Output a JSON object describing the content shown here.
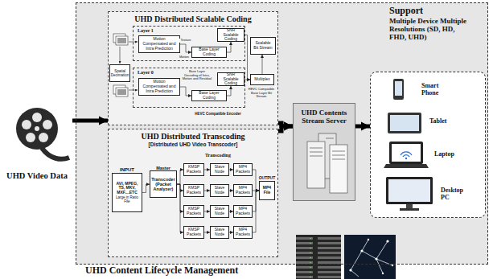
{
  "diagram": {
    "nodes": [
      {
        "text": [
          "UHD Video Data"
        ]
      },
      {
        "text": [
          "UHD Content Lifecycle Management"
        ]
      },
      {
        "text": [
          "UHD Distributed Scalable Coding"
        ],
        "in": 1
      },
      {
        "text": [
          "Layer 1"
        ],
        "in": 2
      },
      {
        "text": [
          "Motion Compensated and Intra Prediction"
        ],
        "in": 3
      },
      {
        "text": [
          "Base Layer Coding"
        ],
        "in": 3
      },
      {
        "text": [
          "SNR Scalable Coding"
        ],
        "in": 3
      },
      {
        "text": [
          "Spatial Decimation"
        ],
        "in": 2
      },
      {
        "text": [
          "Layer 0"
        ],
        "in": 2
      },
      {
        "text": [
          "Motion Compensated and Intra Prediction"
        ],
        "in": 8
      },
      {
        "text": [
          "Base Layer Coding"
        ],
        "in": 8
      },
      {
        "text": [
          "SNR Scalable Coding"
        ],
        "in": 8
      },
      {
        "text": [
          "Scalable Bit Stream"
        ],
        "in": 2
      },
      {
        "text": [
          "Multiplex"
        ],
        "in": 2
      },
      {
        "text": [
          "UHD Distributed Transcoding",
          "[Distributed UHD Video Transcoder]"
        ],
        "in": 1
      },
      {
        "text": [
          "INPUT",
          "AVI, MPEG, TS, MKV, MXF....ETC",
          "Large in Ratio File"
        ],
        "in": 14
      },
      {
        "text": [
          "Master",
          "Transcoder (Packet Analyzer)"
        ],
        "in": 14
      },
      {
        "text": [
          "KMSP Packets"
        ],
        "in": 14
      },
      {
        "text": [
          "Slave Node"
        ],
        "in": 14
      },
      {
        "text": [
          "MP4 Packets"
        ],
        "in": 14
      },
      {
        "text": [
          "KMSP Packets"
        ],
        "in": 14
      },
      {
        "text": [
          "Slave Node"
        ],
        "in": 14
      },
      {
        "text": [
          "MP4 Packets"
        ],
        "in": 14
      },
      {
        "text": [
          "KMSP Packets"
        ],
        "in": 14
      },
      {
        "text": [
          "Slave Node"
        ],
        "in": 14
      },
      {
        "text": [
          "MP4 Packets"
        ],
        "in": 14
      },
      {
        "text": [
          "KMSP Packets"
        ],
        "in": 14
      },
      {
        "text": [
          "Slave Node"
        ],
        "in": 14
      },
      {
        "text": [
          "MP4 Packets"
        ],
        "in": 14
      },
      {
        "text": [
          "OUTPUT",
          "MP4 File"
        ],
        "in": 14
      },
      {
        "text": [
          "UHD Contents Stream Server"
        ],
        "in": 1
      },
      {
        "text": [
          "Support",
          "Multiple Device Multiple Resolutions (SD, HD, FHD, UHD)"
        ],
        "in": 1
      },
      {
        "text": [
          "Smart Phone"
        ],
        "in": 31
      },
      {
        "text": [
          "Tablet"
        ],
        "in": 31
      },
      {
        "text": [
          "Laptop"
        ],
        "in": 31
      },
      {
        "text": [
          "Desktop PC"
        ],
        "in": 31
      }
    ],
    "edges": [
      {
        "from": 0,
        "to": 2,
        "arrow": "to"
      },
      {
        "from": 4,
        "to": 5,
        "arrow": "to"
      },
      {
        "from": 5,
        "to": 6,
        "arrow": "to"
      },
      {
        "from": 6,
        "to": 13,
        "arrow": "to"
      },
      {
        "from": 9,
        "to": 10,
        "arrow": "to"
      },
      {
        "from": 10,
        "to": 11,
        "arrow": "to"
      },
      {
        "from": 11,
        "to": 13,
        "arrow": "to"
      },
      {
        "from": 13,
        "to": 12,
        "arrow": "to"
      },
      {
        "from": 15,
        "to": 16,
        "arrow": "to"
      },
      {
        "from": 16,
        "to": 17,
        "arrow": "to"
      },
      {
        "from": 16,
        "to": 20,
        "arrow": "to"
      },
      {
        "from": 16,
        "to": 23,
        "arrow": "to"
      },
      {
        "from": 16,
        "to": 26,
        "arrow": "to"
      },
      {
        "from": 17,
        "to": 18,
        "arrow": "to"
      },
      {
        "from": 20,
        "to": 21,
        "arrow": "to"
      },
      {
        "from": 23,
        "to": 24,
        "arrow": "to"
      },
      {
        "from": 26,
        "to": 27,
        "arrow": "to"
      },
      {
        "from": 18,
        "to": 19,
        "arrow": "to"
      },
      {
        "from": 21,
        "to": 22,
        "arrow": "to"
      },
      {
        "from": 24,
        "to": 25,
        "arrow": "to"
      },
      {
        "from": 27,
        "to": 28,
        "arrow": "to"
      },
      {
        "from": 19,
        "to": 29,
        "arrow": "to"
      },
      {
        "from": 22,
        "to": 29,
        "arrow": "to"
      },
      {
        "from": 25,
        "to": 29,
        "arrow": "to"
      },
      {
        "from": 28,
        "to": 29,
        "arrow": "to"
      },
      {
        "from": 2,
        "to": 30,
        "arrow": "to"
      },
      {
        "from": 14,
        "to": 30,
        "arrow": "to"
      },
      {
        "from": 30,
        "to": 31,
        "arrow": "to"
      }
    ],
    "labels": [
      "Texture",
      "Motion",
      "Base Layer Decoding of Intra, Motion and Residual",
      "HEVC Compatible Base Layer Bit Stream",
      "HEVC Compatible Encoder",
      "Transcoding"
    ]
  }
}
